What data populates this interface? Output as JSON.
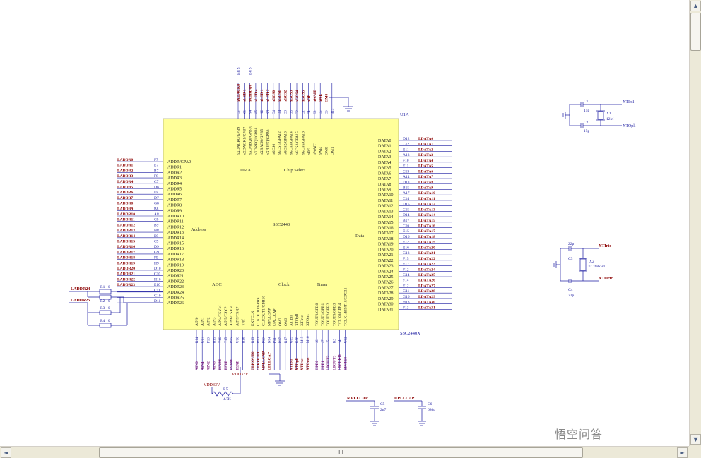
{
  "colors": {
    "pin": "#1a1aa0",
    "net": "#8b0000",
    "label": "#7a1a7a",
    "chip_fill": "#ffff99",
    "wire": "#1a1aa0"
  },
  "chip": {
    "ref": "U1A",
    "ref_bottom": "S3C2440X",
    "name": "S3C2440",
    "section_dma": "DMA",
    "section_cs": "Chip Select",
    "section_address": "Address",
    "section_data": "Data",
    "section_adc": "ADC",
    "section_clock": "Clock",
    "section_timer": "Timer"
  },
  "address_pins": [
    "ADDR/GPA0",
    "ADDR1",
    "ADDR2",
    "ADDR3",
    "ADDR4",
    "ADDR5",
    "ADDR6",
    "ADDR7",
    "ADDR8",
    "ADDR9",
    "ADDR10",
    "ADDR11",
    "ADDR12",
    "ADDR13",
    "ADDR14",
    "ADDR15",
    "ADDR16",
    "ADDR17",
    "ADDR18",
    "ADDR19",
    "ADDR20",
    "ADDR21",
    "ADDR22",
    "ADDR23",
    "ADDR24",
    "ADDR25",
    "ADDR26"
  ],
  "address_balls": [
    "F7",
    "E7",
    "B7",
    "F8",
    "C7",
    "D8",
    "E8",
    "D7",
    "G8",
    "B8",
    "A8",
    "C8",
    "B9",
    "H8",
    "E9",
    "C9",
    "D9",
    "G9",
    "F9",
    "H9",
    "D10",
    "C10",
    "H10",
    "E10",
    "C11",
    "G10",
    "D11"
  ],
  "address_nets": [
    "LADDR0",
    "LADDR1",
    "LADDR2",
    "LADDR3",
    "LADDR4",
    "LADDR5",
    "LADDR6",
    "LADDR7",
    "LADDR8",
    "LADDR9",
    "LADDR10",
    "LADDR11",
    "LADDR12",
    "LADDR13",
    "LADDR14",
    "LADDR15",
    "LADDR16",
    "LADDR17",
    "LADDR18",
    "LADDR19",
    "LADDR20",
    "LADDR21",
    "LADDR22",
    "LADDR23"
  ],
  "data_pins": [
    "DATA0",
    "DATA1",
    "DATA2",
    "DATA3",
    "DATA4",
    "DATA5",
    "DATA6",
    "DATA7",
    "DATA8",
    "DATA9",
    "DATA10",
    "DATA11",
    "DATA12",
    "DATA13",
    "DATA14",
    "DATA15",
    "DATA16",
    "DATA17",
    "DATA18",
    "DATA19",
    "DATA20",
    "DATA21",
    "DATA22",
    "DATA23",
    "DATA24",
    "DATA25",
    "DATA26",
    "DATA27",
    "DATA28",
    "DATA29",
    "DATA30",
    "DATA31"
  ],
  "data_balls": [
    "D12",
    "C12",
    "E11",
    "A13",
    "F10",
    "F11",
    "C13",
    "A14",
    "D13",
    "B15",
    "A17",
    "C14",
    "D15",
    "C15",
    "D14",
    "B17",
    "C16",
    "E15",
    "D16",
    "E12",
    "E16",
    "G13",
    "F15",
    "E17",
    "F12",
    "G14",
    "F14",
    "F12",
    "G11",
    "G16",
    "H13",
    "F13"
  ],
  "data_nets": [
    "LDATA0",
    "LDATA1",
    "LDATA2",
    "LDATA3",
    "LDATA4",
    "LDATA5",
    "LDATA6",
    "LDATA7",
    "LDATA8",
    "LDATA9",
    "LDATA10",
    "LDATA11",
    "LDATA12",
    "LDATA13",
    "LDATA14",
    "LDATA15",
    "LDATA16",
    "LDATA17",
    "LDATA18",
    "LDATA19",
    "LDATA20",
    "LDATA21",
    "LDATA22",
    "LDATA23",
    "LDATA24",
    "LDATA25",
    "LDATA26",
    "LDATA27",
    "LDATA28",
    "LDATA29",
    "LDATA30",
    "LDATA31"
  ],
  "top_pins": [
    {
      "pin": "nXDACK0/GPB9",
      "ball": "L5",
      "net": "nXDACK0",
      "bus": "BUS"
    },
    {
      "pin": "nXDACK1/GPB7",
      "ball": "K1",
      "net": "nLED 1",
      "bus": ""
    },
    {
      "pin": "nXDREQ0/GPB10",
      "ball": "K4",
      "net": "nXBREQ0",
      "bus": "BUS"
    },
    {
      "pin": "nXDREQ1/GPB8",
      "ball": "K5",
      "net": "nLED 4",
      "bus": ""
    },
    {
      "pin": "nXBACK/GPB5",
      "ball": "K2",
      "net": "nLED 1",
      "bus": ""
    },
    {
      "pin": "nXBREQ/GPB6",
      "ball": "K3",
      "net": "nLED 2",
      "bus": ""
    },
    {
      "pin": "nGCS0",
      "ball": "C4",
      "net": "nGCS0",
      "bus": ""
    },
    {
      "pin": "nGCS1/GPA12",
      "ball": "D4",
      "net": "nGCS1",
      "bus": ""
    },
    {
      "pin": "nGCS2/GPA13",
      "ball": "C3",
      "net": "nGCS2",
      "bus": ""
    },
    {
      "pin": "nGCS3/GPA14",
      "ball": "D5",
      "net": "nGCS3",
      "bus": ""
    },
    {
      "pin": "nGCS4/GPA15",
      "ball": "C2",
      "net": "nGCS4",
      "bus": ""
    },
    {
      "pin": "nGCS5/GPA16",
      "ball": "C1",
      "net": "nGCS5",
      "bus": ""
    },
    {
      "pin": "nOE",
      "ball": "E4",
      "net": "nOE",
      "bus": ""
    },
    {
      "pin": "nWAIT",
      "ball": "E3",
      "net": "nWAIT",
      "bus": ""
    },
    {
      "pin": "nWE",
      "ball": "E5",
      "net": "nWE",
      "bus": ""
    },
    {
      "pin": "OM0",
      "ball": "E6",
      "net": "OM0",
      "bus": ""
    },
    {
      "pin": "OM1",
      "ball": "B13",
      "net": "",
      "bus": ""
    }
  ],
  "adc_pins": [
    {
      "pin": "AIN0",
      "ball": "R14",
      "net": "AIN0"
    },
    {
      "pin": "AIN1",
      "ball": "U17",
      "net": "AIN1"
    },
    {
      "pin": "AIN2",
      "ball": "P13",
      "net": "AIN2"
    },
    {
      "pin": "AIN3",
      "ball": "R15",
      "net": "AIN3"
    },
    {
      "pin": "AIN4/TSYM",
      "ball": "T16",
      "net": "TSYM"
    },
    {
      "pin": "AIN5/TSYP",
      "ball": "T15",
      "net": "TSYP"
    },
    {
      "pin": "AIN6/TSXM",
      "ball": "P16",
      "net": "TSXM"
    },
    {
      "pin": "AIN7/TSXP",
      "ball": "U16",
      "net": "TSXP"
    },
    {
      "pin": "Vref",
      "ball": "R16",
      "net": ""
    }
  ],
  "clock_pins": [
    {
      "pin": "EXTCLK",
      "ball": "R19",
      "net": "CLKOUT0"
    },
    {
      "pin": "CLKOUT0/GPH9",
      "ball": "P10",
      "net": "CLKOUT1"
    },
    {
      "pin": "CLKOUT1/GPH10",
      "ball": "P10",
      "net": "MPLLCAP"
    },
    {
      "pin": "MPLLCAP",
      "ball": "N14",
      "net": "UPLLCAP"
    },
    {
      "pin": "UPLLCAP",
      "ball": "P11",
      "net": ""
    },
    {
      "pin": "OM2",
      "ball": "P17",
      "net": ""
    },
    {
      "pin": "OM3",
      "ball": "R17",
      "net": ""
    },
    {
      "pin": "XTIpll",
      "ball": "G15",
      "net": "XTIpll"
    },
    {
      "pin": "XTOpll",
      "ball": "G16",
      "net": "XTOpll"
    },
    {
      "pin": "XTIrtc",
      "ball": "M15",
      "net": "XTIrtc"
    },
    {
      "pin": "XTOrtc",
      "ball": "M16",
      "net": "XTOrtc"
    }
  ],
  "timer_pins": [
    {
      "pin": "TOUT0/GPB0",
      "ball": "J6",
      "net": "GPB0"
    },
    {
      "pin": "TOUT1/GPB1",
      "ball": "J7",
      "net": "GPB1"
    },
    {
      "pin": "TOUT2/GPB2",
      "ball": "J5",
      "net": "LTOUT2"
    },
    {
      "pin": "TOUT3/GPB3",
      "ball": "K3",
      "net": "LTOUT3"
    },
    {
      "pin": "TCLK0/GPB4",
      "ball": "J4",
      "net": "LTCLKD"
    },
    {
      "pin": "TCLK1/EINT18/GPG11",
      "ball": "U12",
      "net": "EINT18"
    }
  ],
  "misc": {
    "vdd_label": "VDD33V",
    "vdd_label2": "VDD33V",
    "r5_ref": "R5",
    "r5_val": "4.7K",
    "r1": "R1",
    "r2": "R2",
    "r3": "R3",
    "r4": "R4",
    "r_val": "0",
    "laddr24": "LADDR24",
    "laddr25": "LADDR25",
    "c1": "C1",
    "c1_val": "15p",
    "c2": "C2",
    "c2_val": "15p",
    "x1": "X1",
    "x1_val": "12M",
    "xtipll": "XTIpll",
    "xtopll": "XTOpll",
    "c3": "C3",
    "c3_val": "22p",
    "c4": "C4",
    "c4_val": "22p",
    "x2": "X2",
    "x2_val": "32.768kHz",
    "xtirtc": "XTIrtc",
    "xtortc": "XTOrtc",
    "mpllcap": "MPLLCAP",
    "c5": "C5",
    "c5_val": "2n7",
    "upllcap": "UPLLCAP",
    "c6": "C6",
    "c6_val": "680p"
  },
  "ui": {
    "scroll_up": "▲",
    "scroll_down": "▼",
    "scroll_left": "◄",
    "scroll_right": "►",
    "h_thumb_grip": "III",
    "watermark": "悟空问答"
  }
}
